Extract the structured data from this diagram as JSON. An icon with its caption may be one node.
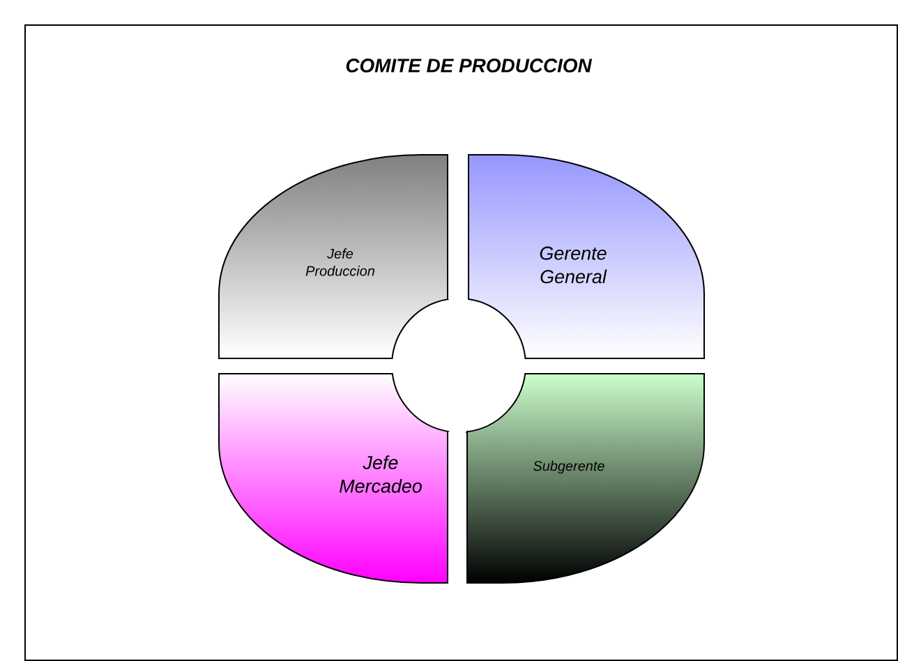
{
  "diagram": {
    "title": "COMITE DE PRODUCCION",
    "nodes": [
      {
        "text": [
          "Jefe Produccion"
        ]
      },
      {
        "text": [
          "Gerente General"
        ]
      },
      {
        "text": [
          "Jefe Mercadeo"
        ]
      },
      {
        "text": [
          "Subgerente"
        ]
      }
    ],
    "edges": []
  }
}
